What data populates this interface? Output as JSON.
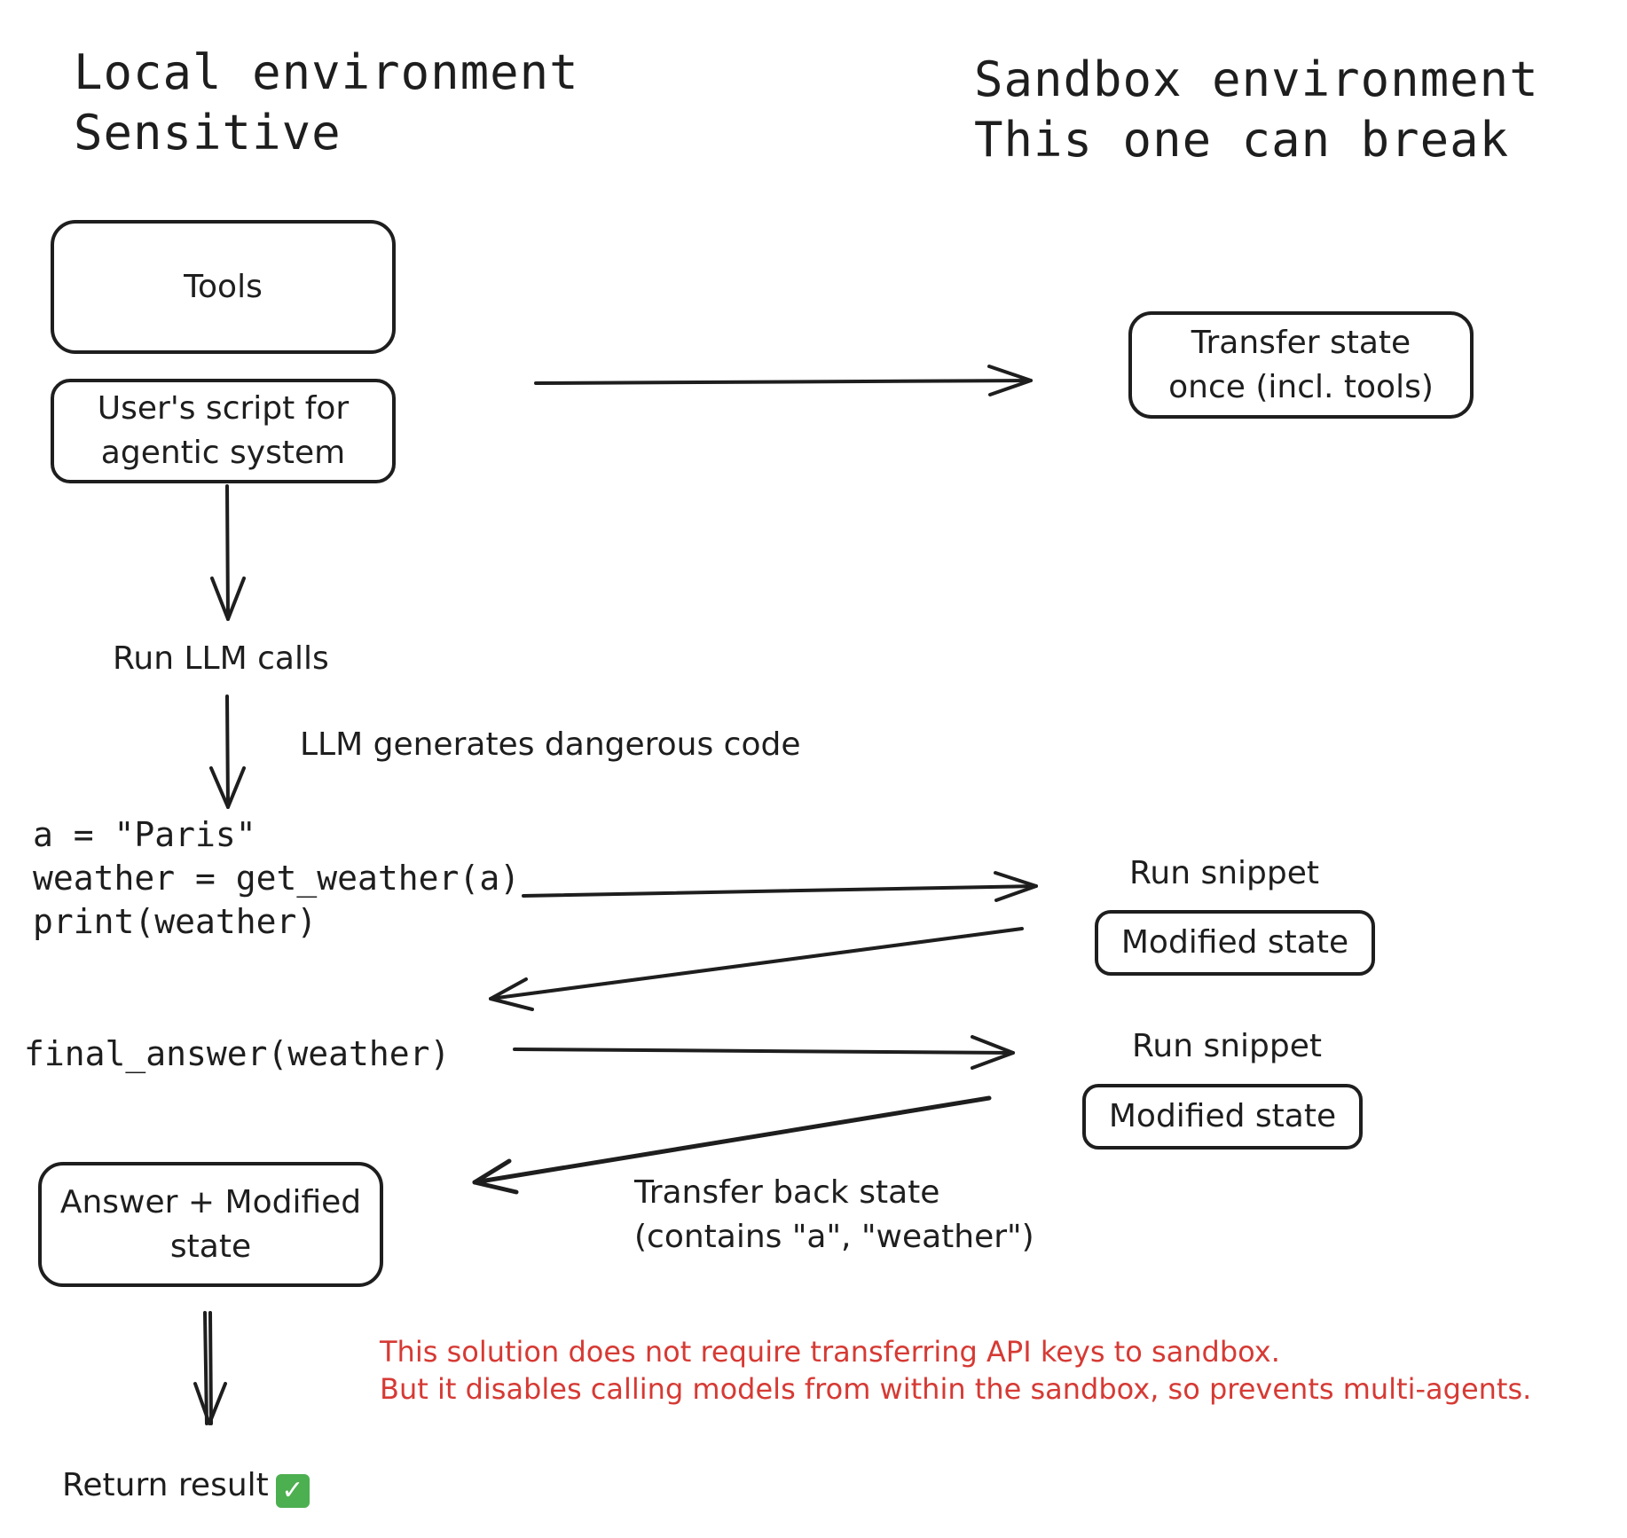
{
  "headings": {
    "local": [
      "Local environment",
      "Sensitive"
    ],
    "sandbox": [
      "Sandbox environment",
      "This one can break"
    ]
  },
  "boxes": {
    "tools": [
      "Tools"
    ],
    "user_script": [
      "User's script for",
      "agentic system"
    ],
    "transfer_state": [
      "Transfer state",
      "once (incl. tools)"
    ],
    "modified_state_1": [
      "Modified state"
    ],
    "modified_state_2": [
      "Modified state"
    ],
    "answer": [
      "Answer + Modified",
      "state"
    ]
  },
  "labels": {
    "run_llm_calls": "Run LLM calls",
    "llm_generates": "LLM generates dangerous code",
    "run_snippet_1": "Run snippet",
    "run_snippet_2": "Run snippet",
    "transfer_back": [
      "Transfer back state",
      "(contains \"a\", \"weather\")"
    ],
    "return_result": "Return result",
    "return_result_icon": "check-mark-icon"
  },
  "code": {
    "snippet_1": [
      "a = \"Paris\"",
      "weather = get_weather(a)",
      "print(weather)"
    ],
    "snippet_2": [
      "final_answer(weather)"
    ]
  },
  "note": {
    "lines": [
      "This solution does not require transferring API keys to sandbox.",
      "But it disables calling models from within the sandbox, so prevents multi-agents."
    ],
    "color": "#d63a34"
  }
}
